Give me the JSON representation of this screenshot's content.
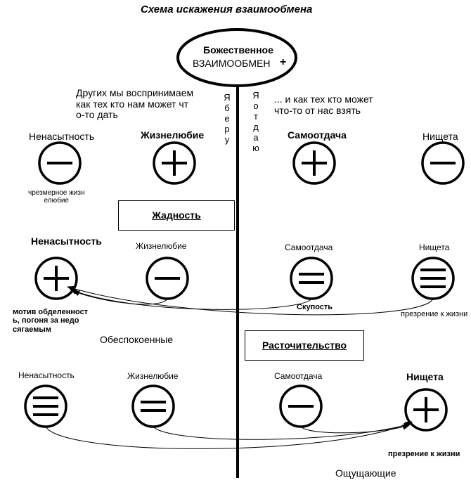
{
  "title": "Схема искажения взаимообмена",
  "center": {
    "line1": "Божественное",
    "line2": "ВЗАИМООБМЕН",
    "sign": "+"
  },
  "axis": {
    "left_vertical": "Я\nб\nе\nр\nу",
    "right_vertical": "Я\nо\nт\nд\nа\nю"
  },
  "perception": {
    "left": "Других мы воспринимаем\nкак тех кто нам может чт\nо-то дать",
    "right": "... и как тех кто может\nчто-то от нас взять"
  },
  "row1": {
    "insatiability": "Ненасытность",
    "love_of_life": "Жизнелюбие",
    "self_giving": "Самоотдача",
    "poverty": "Нищета",
    "note": "чрезмерное жизн\nелюбие"
  },
  "greed_box": {
    "label": "Жадность"
  },
  "row2": {
    "insatiability": "Ненасытность",
    "love_of_life": "Жизнелюбие",
    "self_giving": "Самоотдача",
    "poverty": "Нищета",
    "motive": "мотив обделенност\nь, погоня за недо\nсягаемым",
    "stinginess": "Скупость",
    "contempt": "презрение к жизни",
    "group": "Обеспокоенные"
  },
  "waste_box": {
    "label": "Расточительство"
  },
  "row3": {
    "insatiability": "Ненасытность",
    "love_of_life": "Жизнелюбие",
    "self_giving": "Самоотдача",
    "poverty": "Нищета",
    "contempt": "презрение к жизни",
    "group": "Ощущающие"
  }
}
